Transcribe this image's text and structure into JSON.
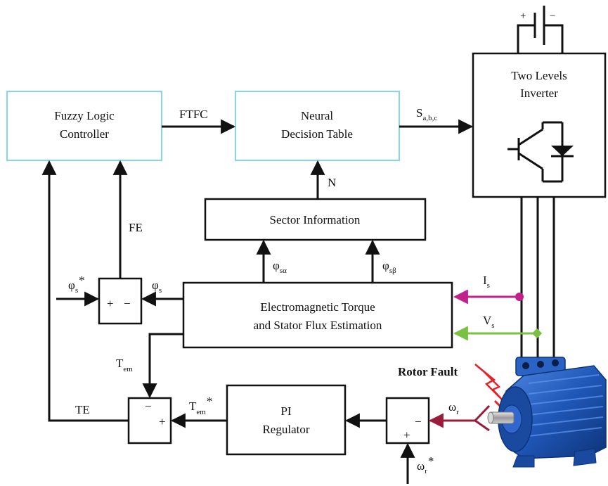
{
  "blocks": {
    "fuzzy_line1": "Fuzzy Logic",
    "fuzzy_line2": "Controller",
    "ndt_line1": "Neural",
    "ndt_line2": "Decision Table",
    "inverter_line1": "Two Levels",
    "inverter_line2": "Inverter",
    "sector": "Sector Information",
    "estimation_line1": "Electromagnetic Torque",
    "estimation_line2": "and Stator Flux Estimation",
    "pi_line1": "PI",
    "pi_line2": "Regulator"
  },
  "signals": {
    "ftfc": "FTFC",
    "s_main": "S",
    "s_sub": "a,b,c",
    "n": "N",
    "fe": "FE",
    "te": "TE",
    "phi": "φ",
    "phi_s_sub": "s",
    "phi_s_ref_sub": "s",
    "phi_salpha_sub": "sα",
    "phi_sbeta_sub": "sβ",
    "star": "*",
    "i_main": "I",
    "i_sub": "s",
    "v_main": "V",
    "v_sub": "s",
    "t_main": "T",
    "t_em_sub": "em",
    "t_em_ref_sub": "em",
    "omega": "ω",
    "omega_r_sub": "r",
    "omega_ref_sub": "r"
  },
  "summers": {
    "flux_plus": "+",
    "flux_minus": "−",
    "torque_minus": "−",
    "torque_plus": "+",
    "speed_minus": "−",
    "speed_plus": "+"
  },
  "battery": {
    "plus": "+",
    "minus": "−"
  },
  "annotations": {
    "rotor_fault": "Rotor Fault"
  },
  "colors": {
    "controller_border": "#8fd3dd",
    "current_signal": "#c0228a",
    "voltage_signal": "#7ac143",
    "speed_signal": "#9b1c3a",
    "fault_bolt": "#e8222b",
    "motor_body": "#1f57b8"
  }
}
